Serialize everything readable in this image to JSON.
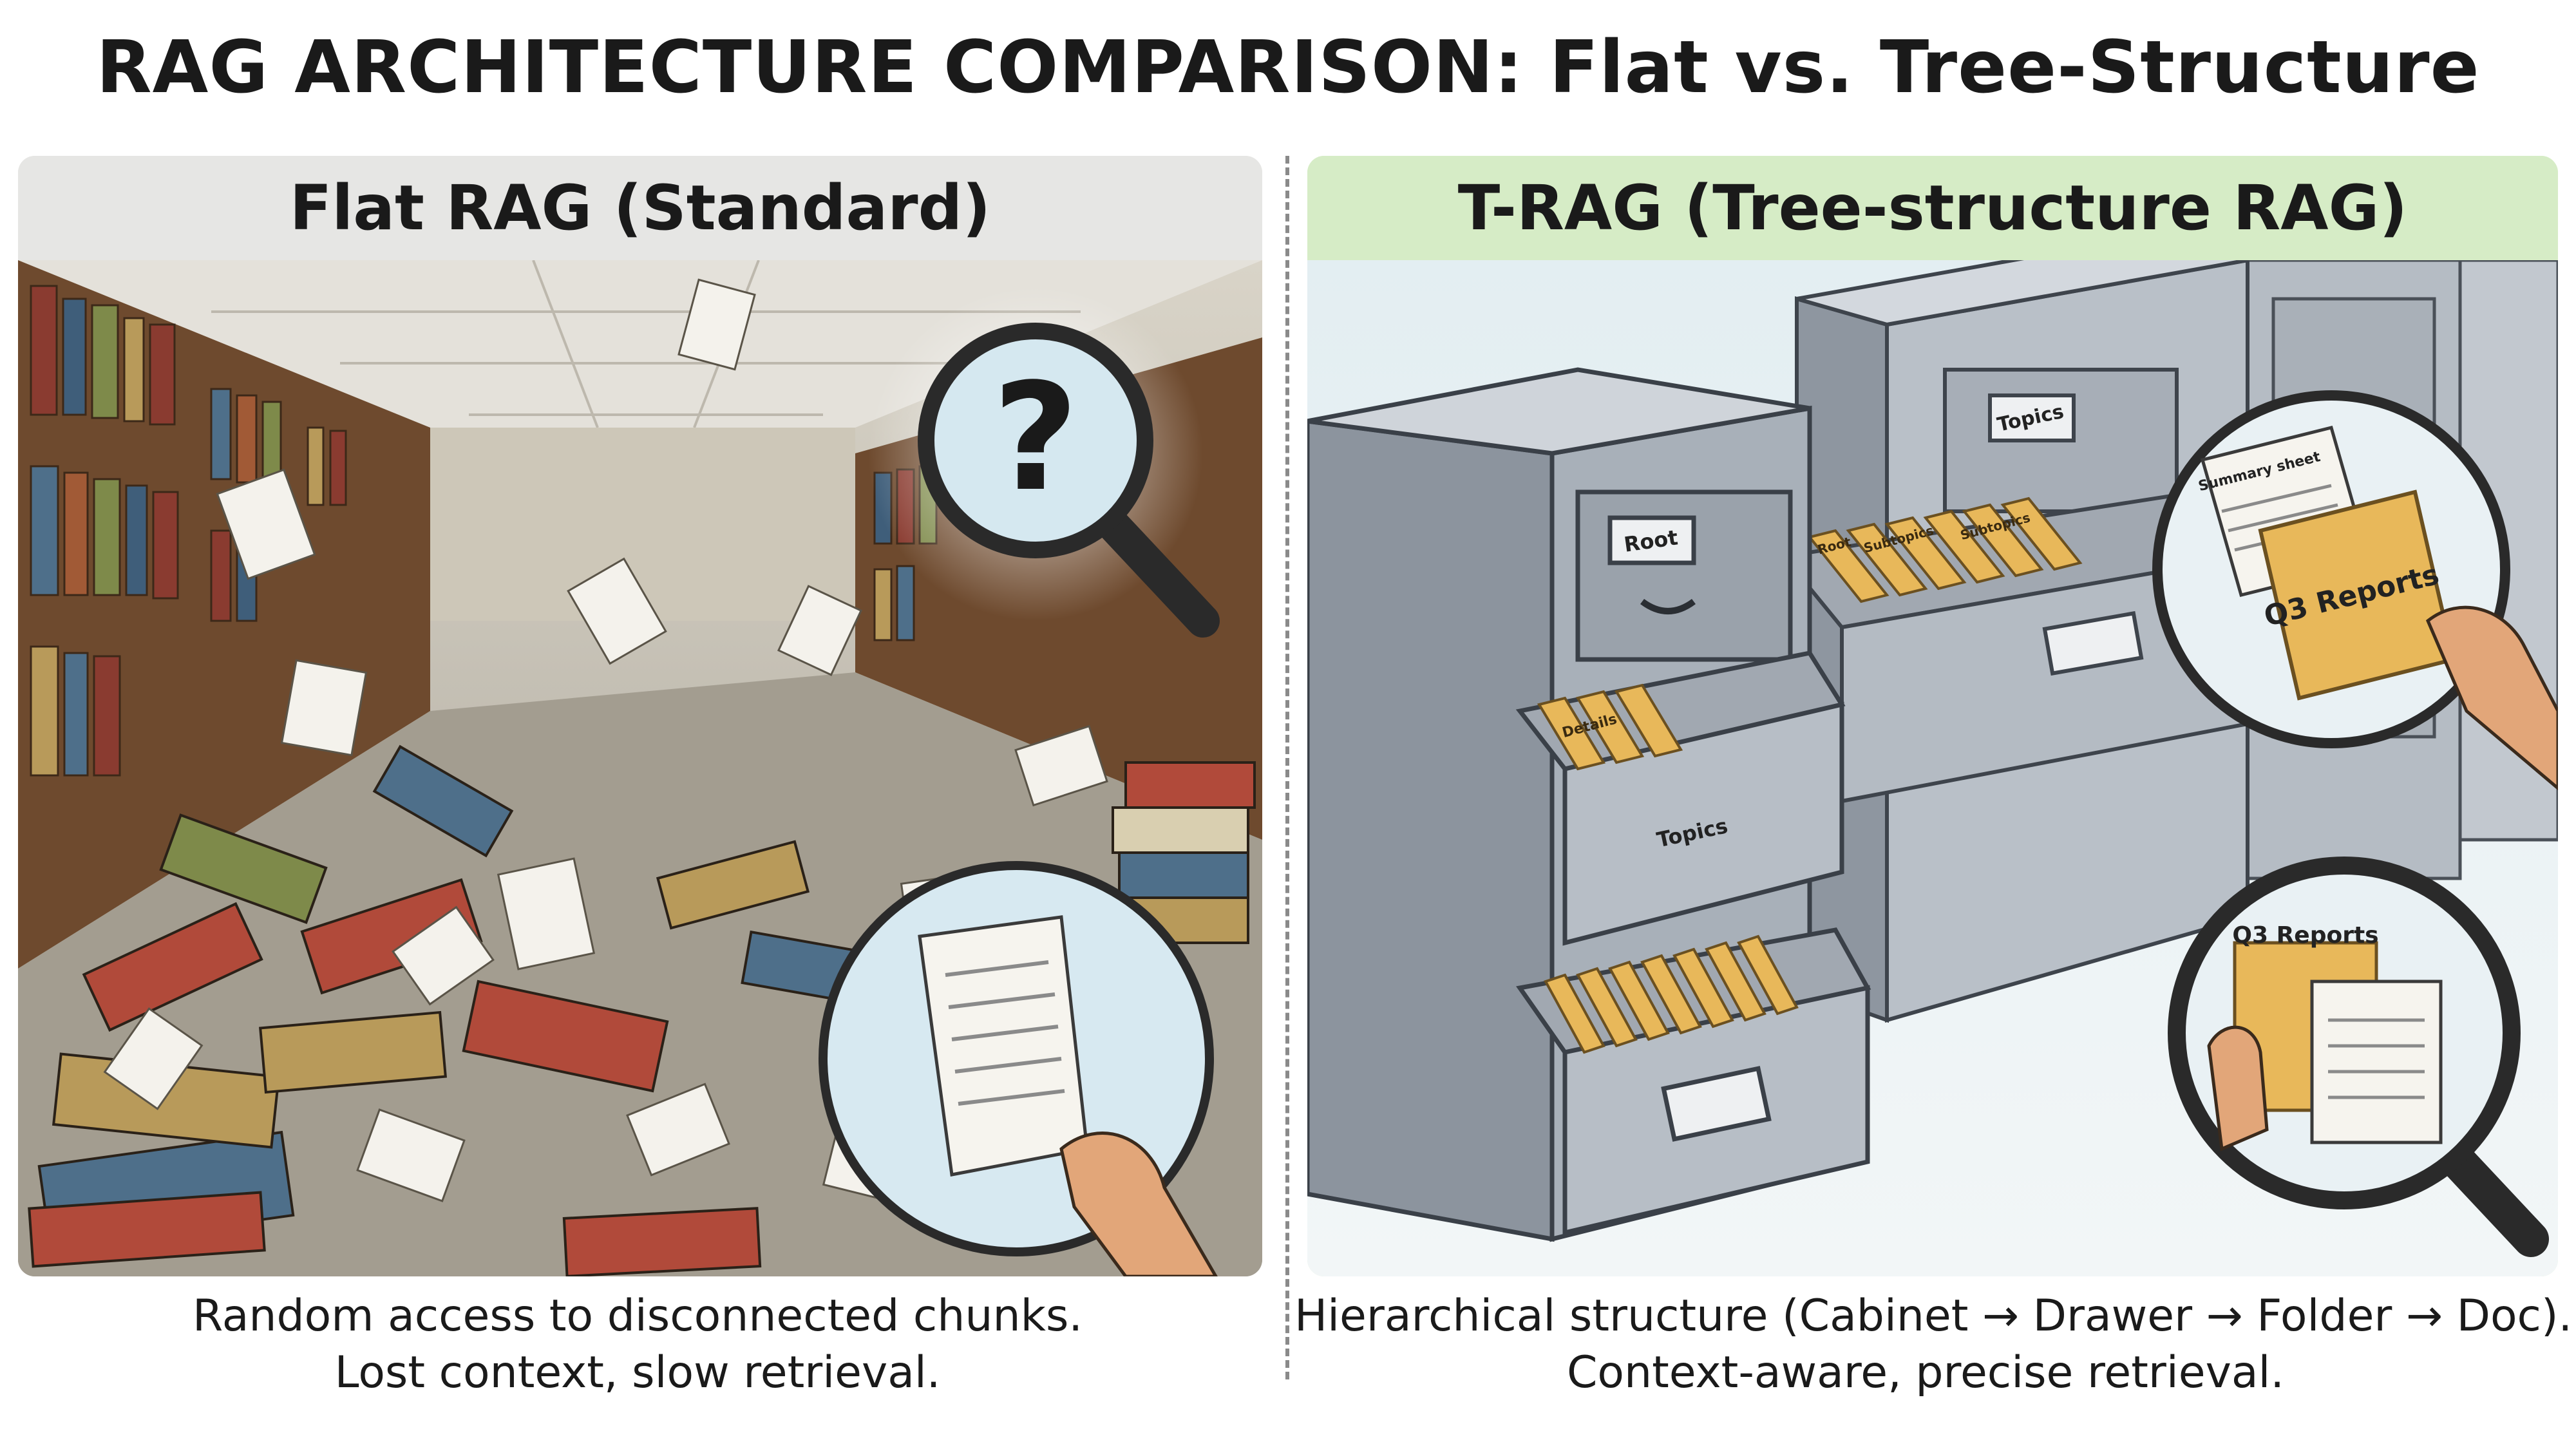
{
  "title": "RAG ARCHITECTURE COMPARISON: Flat vs. Tree-Structure",
  "left_panel": {
    "header": "Flat RAG (Standard)",
    "caption_line1": "Random access to disconnected chunks.",
    "caption_line2": "Lost context, slow retrieval.",
    "question_mark": "?"
  },
  "right_panel": {
    "header": "T-RAG (Tree-structure RAG)",
    "caption_line1": "Hierarchical structure (Cabinet → Drawer → Folder → Doc).",
    "caption_line2": "Context-aware, precise retrieval.",
    "labels": {
      "root": "Root",
      "topics": "Topics",
      "topics_drawer": "Topics",
      "details": "Details",
      "subtopics": "Subtopics",
      "subtopics_2": "Subtopics",
      "root_tab": "Root",
      "summary_sheet": "Summary sheet",
      "q3_reports_folder": "Q3 Reports",
      "q3_reports_doc": "Q3 Reports"
    }
  },
  "colors": {
    "left_header_bg": "#e6e6e4",
    "right_header_bg": "#d6ecc6",
    "cabinet_gray": "#9aa2ab",
    "folder_yellow": "#e8b85a",
    "book_red": "#b14a3a",
    "book_blue": "#4e6f8a",
    "book_olive": "#7e8a4a"
  }
}
